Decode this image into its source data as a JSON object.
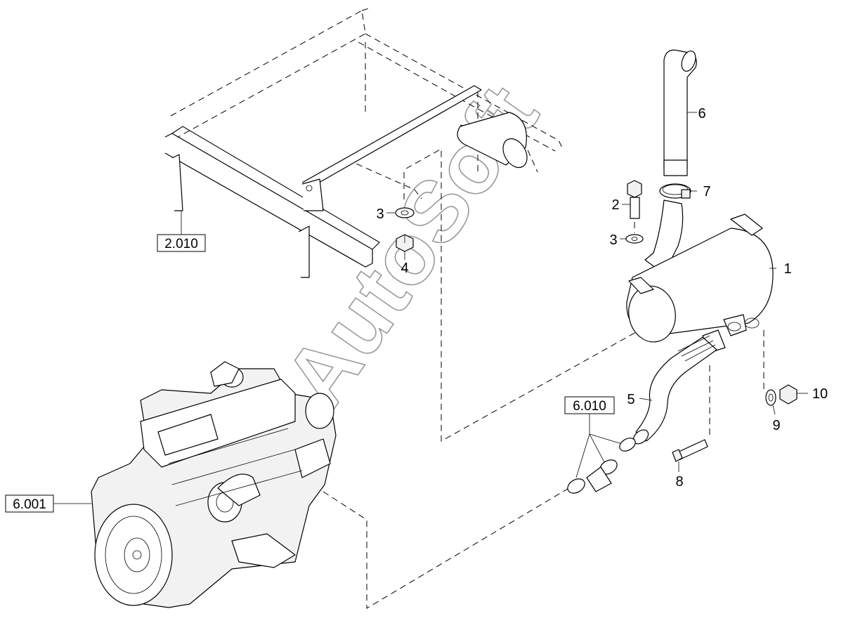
{
  "watermark": "AutoSoft",
  "refs": {
    "frame": "2.010",
    "engine": "6.001",
    "clamps": "6.010"
  },
  "callouts": {
    "muffler": "1",
    "bolt_top": "2",
    "washer_left": "3",
    "washer_right": "3",
    "nut_left": "4",
    "flex_pipe": "5",
    "tail_pipe": "6",
    "clamp_band": "7",
    "bolt_bottom": "8",
    "washer_bottom": "9",
    "nut_bottom": "10"
  }
}
